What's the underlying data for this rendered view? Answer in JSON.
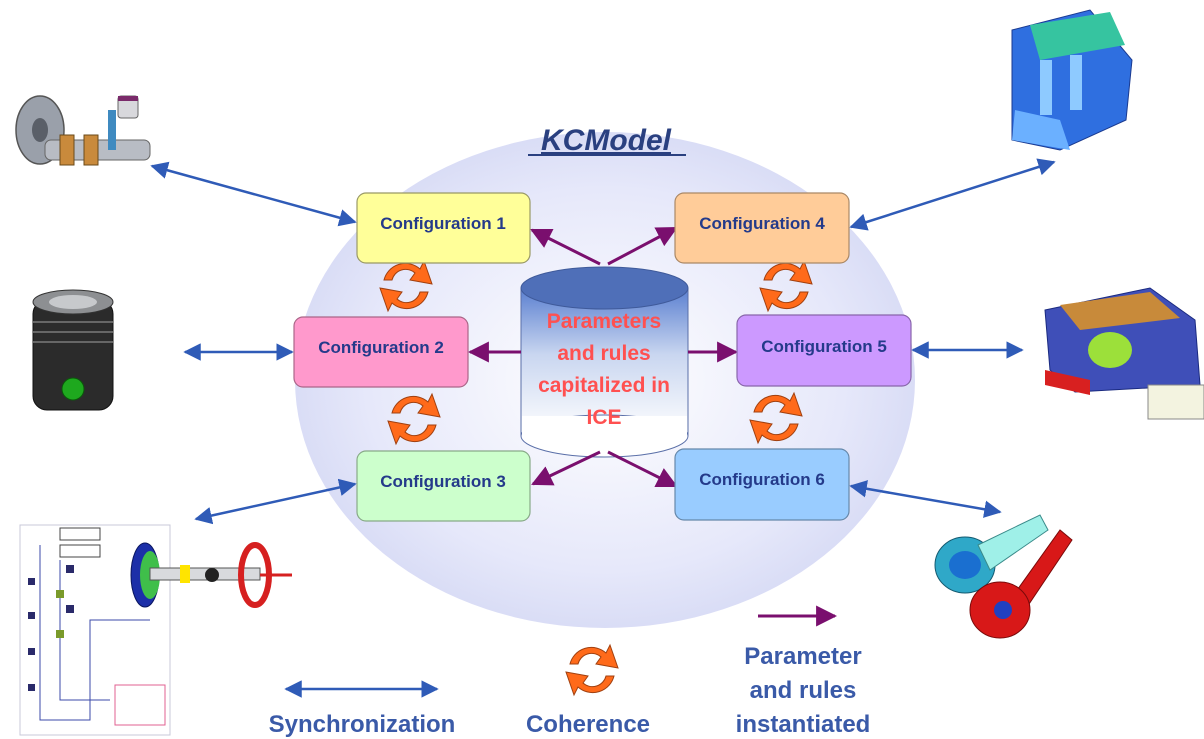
{
  "title": "KCModel",
  "database": {
    "lines": [
      "Parameters",
      "and rules",
      "capitalized in",
      "ICE"
    ]
  },
  "configurations": [
    {
      "id": 1,
      "label": "Configuration 1",
      "color": "#ffff99"
    },
    {
      "id": 2,
      "label": "Configuration 2",
      "color": "#ff99cc"
    },
    {
      "id": 3,
      "label": "Configuration 3",
      "color": "#ccffcc"
    },
    {
      "id": 4,
      "label": "Configuration 4",
      "color": "#ffcc99"
    },
    {
      "id": 5,
      "label": "Configuration 5",
      "color": "#cc99ff"
    },
    {
      "id": 6,
      "label": "Configuration 6",
      "color": "#99ccff"
    }
  ],
  "legend": {
    "synchronization": "Synchronization",
    "coherence": "Coherence",
    "instantiated_lines": [
      "Parameter",
      "and rules",
      "instantiated"
    ]
  },
  "colors": {
    "sync_arrow": "#2f5bb7",
    "param_arrow": "#7a0f6e",
    "coherence": "#ff6a1a",
    "ellipse": "#dcdff7",
    "cylinder_top": "#4f6fb8",
    "title": "#2a4080"
  },
  "icons": {
    "top_left": "crankshaft-piston-icon",
    "mid_left": "piston-icon",
    "bottom_left": "block-diagram-drivetrain-icon",
    "top_right": "engine-block-mesh-icon",
    "mid_right": "vehicle-body-mesh-icon",
    "bottom_right": "connecting-rod-fea-icon"
  }
}
